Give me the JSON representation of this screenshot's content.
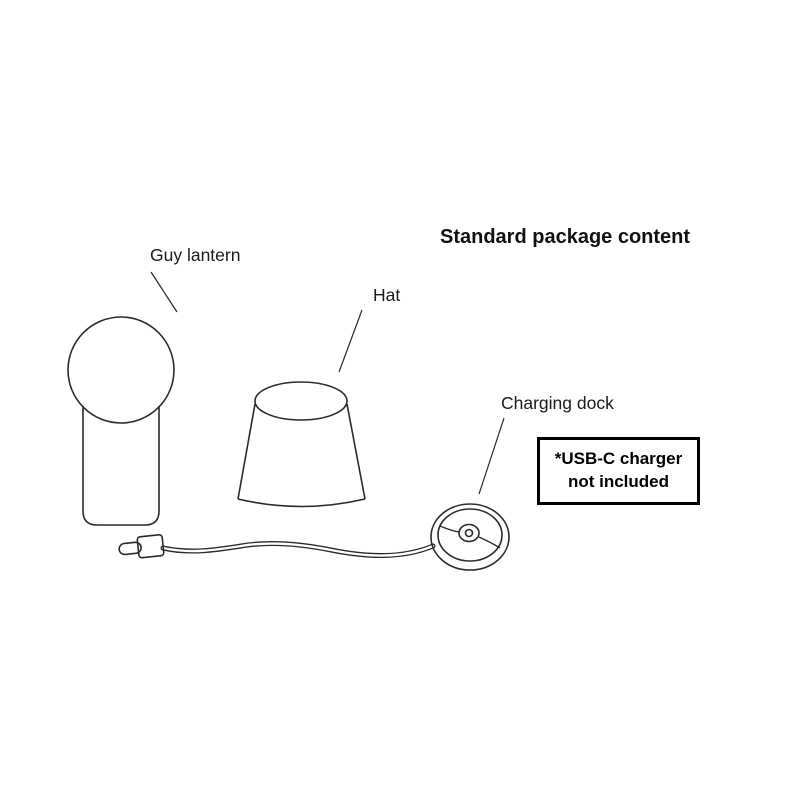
{
  "title": "Standard package content",
  "labels": {
    "lantern": "Guy lantern",
    "hat": "Hat",
    "dock": "Charging dock"
  },
  "note": {
    "line1": "*USB-C charger",
    "line2": "not included"
  },
  "colors": {
    "stroke": "#2a2a2a",
    "text": "#1a1a1a",
    "background": "#ffffff",
    "note_border": "#000000"
  }
}
